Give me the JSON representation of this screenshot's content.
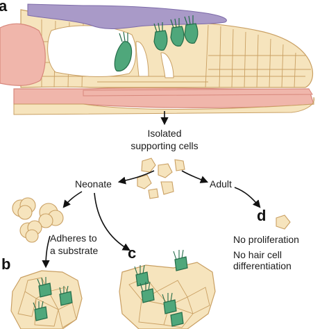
{
  "panels": {
    "a": "a",
    "b": "b",
    "c": "c",
    "d": "d"
  },
  "labels": {
    "isolated_line1": "Isolated",
    "isolated_line2": "supporting cells",
    "neonate": "Neonate",
    "adult": "Adult",
    "adheres_line1": "Adheres to",
    "adheres_line2": "a substrate",
    "no_prolif": "No proliferation",
    "no_hair_line1": "No hair cell",
    "no_hair_line2": "differentiation"
  },
  "colors": {
    "tissue": "#f6e4bd",
    "tissue_stroke": "#c99f62",
    "hair_cell": "#4fa77b",
    "hair_cell_dark": "#236b48",
    "membrane": "#a99ac8",
    "pink": "#f0b6ab",
    "pink_dark": "#d7877b"
  }
}
